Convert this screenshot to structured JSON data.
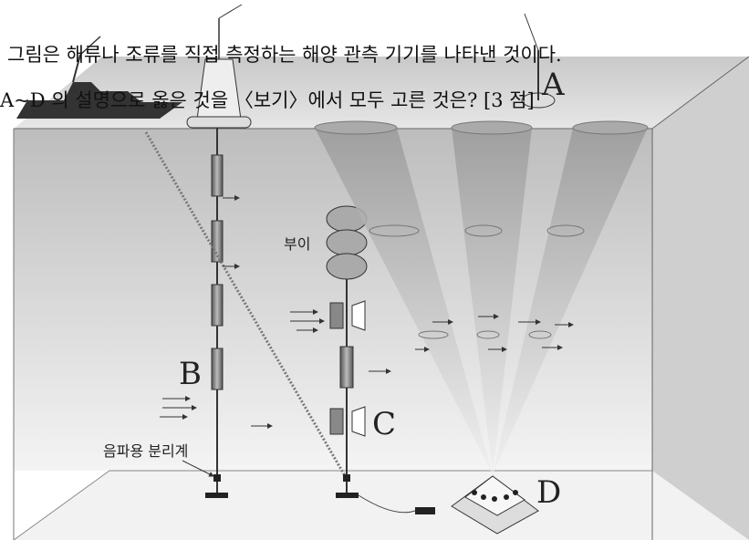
{
  "question": {
    "line1": "그림은 해류나 조류를 직접 측정하는 해양 관측 기기를 나타낸 것이다.",
    "line2": "A~D 의 설명으로 옳은 것을 〈보기〉에서 모두 고른 것은? [3 점]"
  },
  "labels": {
    "A": "A",
    "B": "B",
    "C": "C",
    "D": "D",
    "buoy": "부이",
    "release": "음파용 분리계"
  }
}
